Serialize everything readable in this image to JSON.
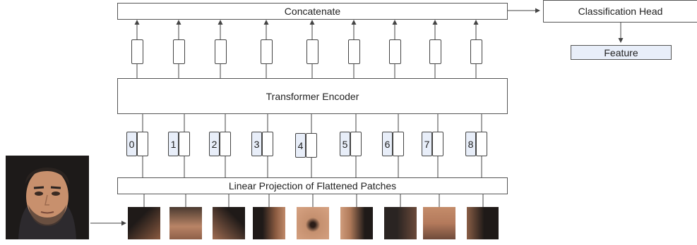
{
  "boxes": {
    "concatenate": "Concatenate",
    "classification_head": "Classification Head",
    "feature": "Feature",
    "transformer_encoder": "Transformer Encoder",
    "linear_projection": "Linear Projection of Flattened Patches"
  },
  "tokens": [
    "0",
    "1",
    "2",
    "3",
    "4",
    "5",
    "6",
    "7",
    "8"
  ],
  "colors": {
    "line": "#444444",
    "feature_fill": "#e8eef9",
    "position_fill": "#e8eef9",
    "skin": "#c8906d",
    "hair": "#2a2320",
    "background": "#1d1a19"
  }
}
